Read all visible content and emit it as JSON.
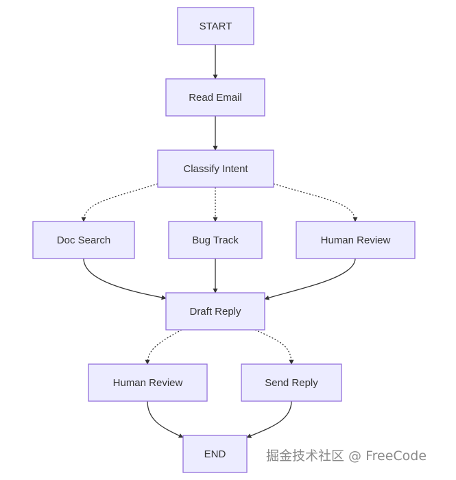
{
  "diagram": {
    "type": "flowchart",
    "direction": "top-down",
    "colors": {
      "node_fill": "#ECECFF",
      "node_stroke": "#9370DB",
      "edge": "#333333",
      "text": "#333333"
    },
    "nodes": [
      {
        "id": "start",
        "label": "START"
      },
      {
        "id": "read_email",
        "label": "Read Email"
      },
      {
        "id": "classify",
        "label": "Classify Intent"
      },
      {
        "id": "doc_search",
        "label": "Doc Search"
      },
      {
        "id": "bug_track",
        "label": "Bug Track"
      },
      {
        "id": "human_review_1",
        "label": "Human Review"
      },
      {
        "id": "draft_reply",
        "label": "Draft Reply"
      },
      {
        "id": "human_review_2",
        "label": "Human Review"
      },
      {
        "id": "send_reply",
        "label": "Send Reply"
      },
      {
        "id": "end",
        "label": "END"
      }
    ],
    "edges": [
      {
        "from": "start",
        "to": "read_email",
        "style": "solid"
      },
      {
        "from": "read_email",
        "to": "classify",
        "style": "solid"
      },
      {
        "from": "classify",
        "to": "doc_search",
        "style": "dotted"
      },
      {
        "from": "classify",
        "to": "bug_track",
        "style": "dotted"
      },
      {
        "from": "classify",
        "to": "human_review_1",
        "style": "dotted"
      },
      {
        "from": "doc_search",
        "to": "draft_reply",
        "style": "solid"
      },
      {
        "from": "bug_track",
        "to": "draft_reply",
        "style": "solid"
      },
      {
        "from": "human_review_1",
        "to": "draft_reply",
        "style": "solid"
      },
      {
        "from": "draft_reply",
        "to": "human_review_2",
        "style": "dotted"
      },
      {
        "from": "draft_reply",
        "to": "send_reply",
        "style": "dotted"
      },
      {
        "from": "human_review_2",
        "to": "end",
        "style": "solid"
      },
      {
        "from": "send_reply",
        "to": "end",
        "style": "solid"
      }
    ]
  },
  "watermark": "掘金技术社区 @ FreeCode"
}
